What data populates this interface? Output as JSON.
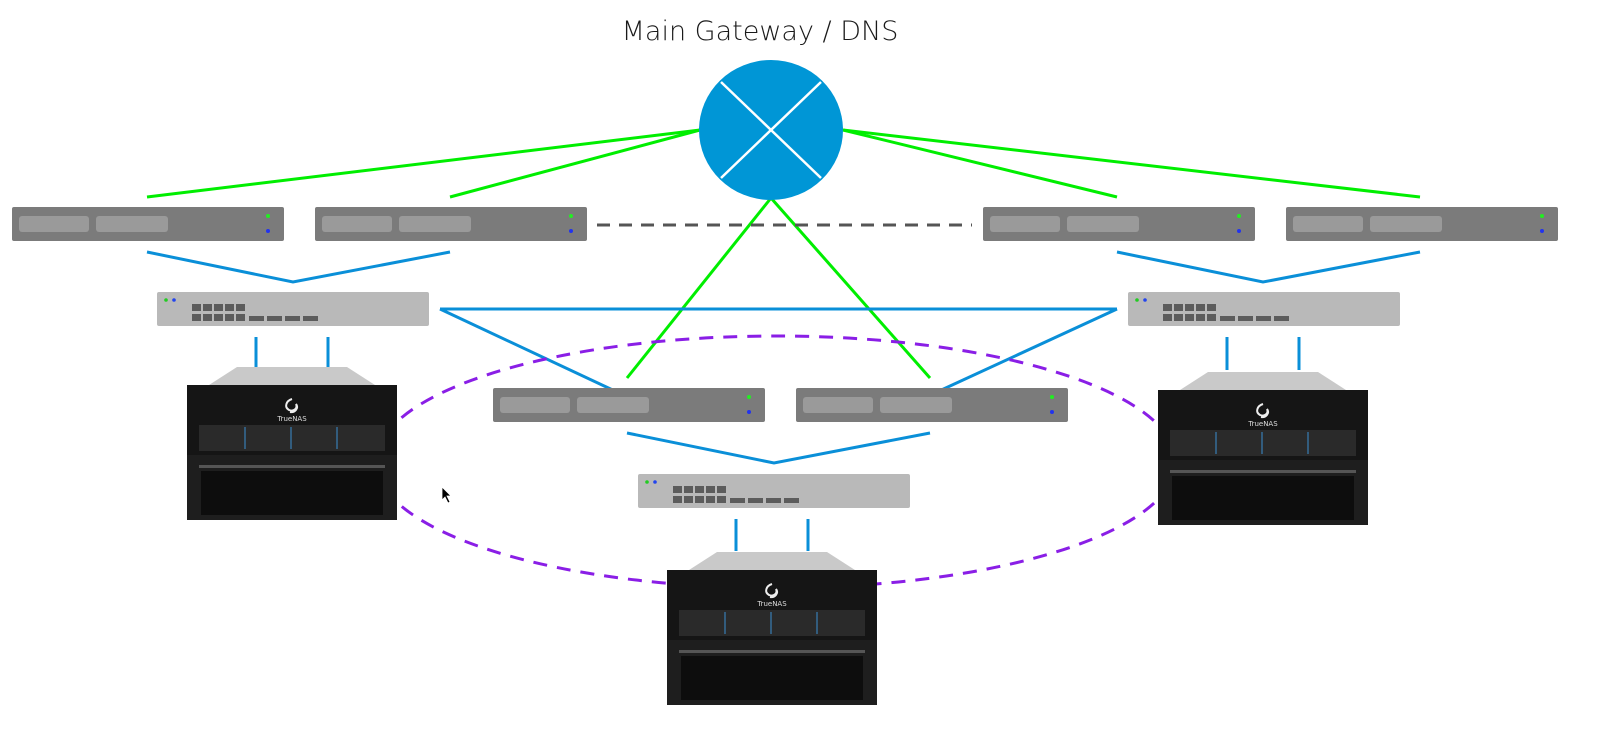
{
  "title": "Main Gateway / DNS",
  "server_brand": "TrueNAS",
  "colors": {
    "gateway": "#0096d6",
    "wan_link": "#00ee00",
    "lan_link": "#0a8fd8",
    "replication_link": "#8a1ee6",
    "peer_link": "#555555",
    "router": "#7b7b7b",
    "switch": "#b9b9b9"
  },
  "nodes": {
    "gateway": {
      "icon": "router-cross-icon"
    },
    "routers": 6,
    "switches": 3,
    "storage_servers": 3
  }
}
